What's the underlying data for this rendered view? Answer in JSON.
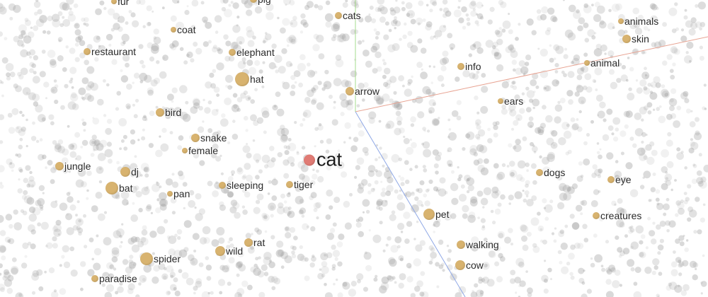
{
  "colors": {
    "background": "#ffffff",
    "neighbor_point": "#d8b36f",
    "focus_point": "#e07b74",
    "noise_point": "#9e9e9e",
    "axis_x": "#e8a493",
    "axis_y": "#a6dc8c",
    "axis_z": "#8fa8e6"
  },
  "focus": {
    "label": "cat"
  },
  "neighbors": [
    {
      "id": "fur",
      "label": "fur"
    },
    {
      "id": "pig",
      "label": "pig"
    },
    {
      "id": "cats",
      "label": "cats"
    },
    {
      "id": "coat",
      "label": "coat"
    },
    {
      "id": "restaurant",
      "label": "restaurant"
    },
    {
      "id": "elephant",
      "label": "elephant"
    },
    {
      "id": "hat",
      "label": "hat"
    },
    {
      "id": "bird",
      "label": "bird"
    },
    {
      "id": "snake",
      "label": "snake"
    },
    {
      "id": "female",
      "label": "female"
    },
    {
      "id": "jungle",
      "label": "jungle"
    },
    {
      "id": "dj",
      "label": "dj"
    },
    {
      "id": "bat",
      "label": "bat"
    },
    {
      "id": "pan",
      "label": "pan"
    },
    {
      "id": "sleeping",
      "label": "sleeping"
    },
    {
      "id": "tiger",
      "label": "tiger"
    },
    {
      "id": "arrow",
      "label": "arrow"
    },
    {
      "id": "info",
      "label": "info"
    },
    {
      "id": "ears",
      "label": "ears"
    },
    {
      "id": "animals",
      "label": "animals"
    },
    {
      "id": "skin",
      "label": "skin"
    },
    {
      "id": "animal",
      "label": "animal"
    },
    {
      "id": "dogs",
      "label": "dogs"
    },
    {
      "id": "eye",
      "label": "eye"
    },
    {
      "id": "pet",
      "label": "pet"
    },
    {
      "id": "creatures",
      "label": "creatures"
    },
    {
      "id": "walking",
      "label": "walking"
    },
    {
      "id": "cow",
      "label": "cow"
    },
    {
      "id": "rat",
      "label": "rat"
    },
    {
      "id": "wild",
      "label": "wild"
    },
    {
      "id": "spider",
      "label": "spider"
    },
    {
      "id": "paradise",
      "label": "paradise"
    }
  ]
}
